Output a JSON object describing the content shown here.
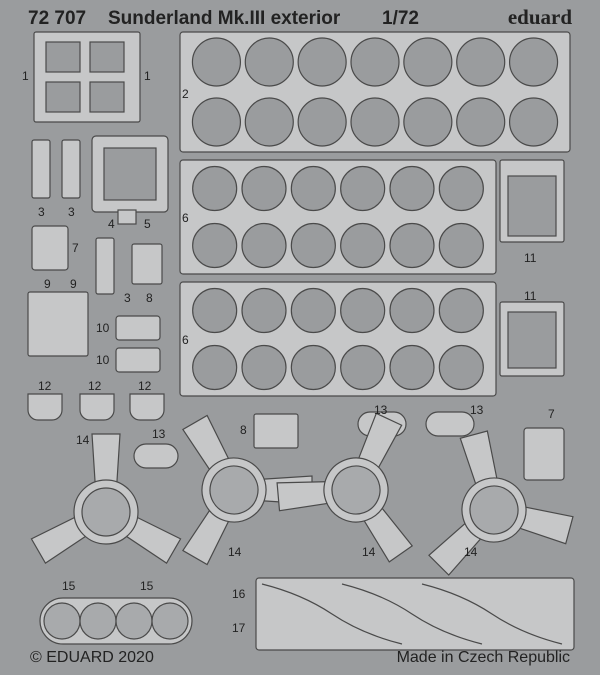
{
  "header": {
    "part_number": "72 707",
    "title": "Sunderland Mk.III exterior",
    "scale": "1/72",
    "brand": "eduard"
  },
  "footer": {
    "copyright": "© EDUARD 2020",
    "origin": "Made in Czech Republic"
  },
  "part_labels": {
    "p1": "1",
    "p2": "2",
    "p3": "3",
    "p4": "4",
    "p5": "5",
    "p6": "6",
    "p7": "7",
    "p8": "8",
    "p9": "9",
    "p10": "10",
    "p11": "11",
    "p12": "12",
    "p13": "13",
    "p14": "14",
    "p15": "15",
    "p16": "16",
    "p17": "17"
  },
  "colors": {
    "background": "#9a9c9e",
    "metal": "#c6c7c8",
    "outline": "#4a4a4a",
    "text": "#222222"
  }
}
